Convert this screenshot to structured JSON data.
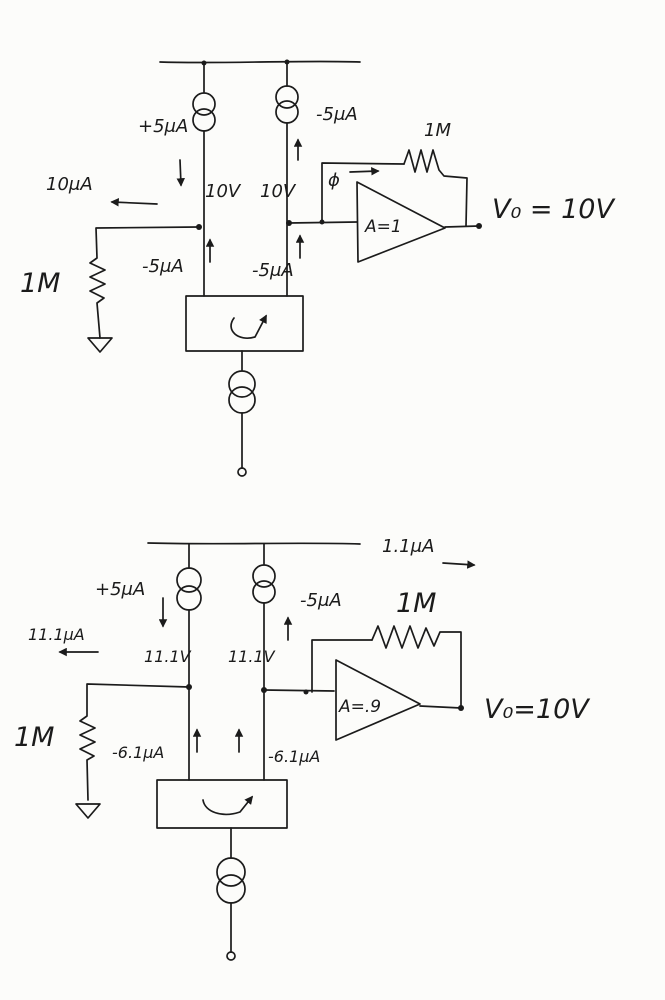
{
  "top": {
    "left_source_current": "+5μA",
    "right_source_current": "-5μA",
    "feedback_resistor": "1M",
    "output_current": "10μA",
    "left_node_voltage": "10V",
    "right_node_voltage": "10V",
    "amp_input_label": "ϕ",
    "amp_gain": "A=1",
    "output_voltage": "V₀ = 10V",
    "load_resistor": "1M",
    "left_branch_current": "-5μA",
    "right_branch_current": "-5μA"
  },
  "bottom": {
    "injected_current": "1.1μA",
    "left_source_current": "+5μA",
    "right_source_current": "-5μA",
    "feedback_resistor": "1M",
    "output_current": "11.1μA",
    "left_node_voltage": "11.1V",
    "right_node_voltage": "11.1V",
    "amp_gain": "A=.9",
    "output_voltage": "V₀=10V",
    "load_resistor": "1M",
    "left_branch_current": "-6.1μA",
    "right_branch_current": "-6.1μA"
  }
}
